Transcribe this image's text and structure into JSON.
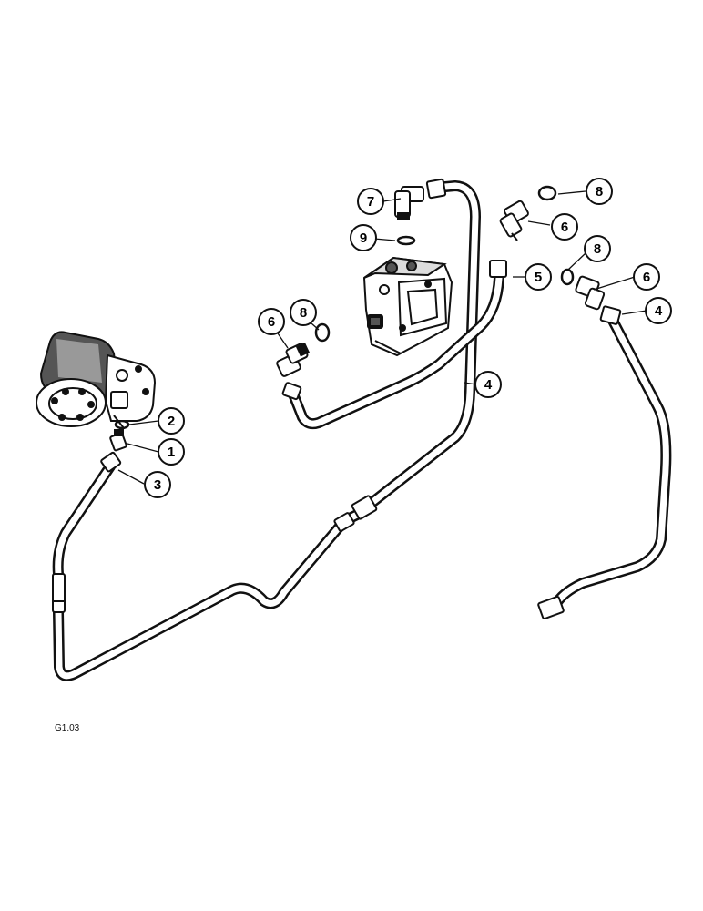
{
  "figure_code": "G1.03",
  "callouts": [
    {
      "id": "c1",
      "label": "1"
    },
    {
      "id": "c2",
      "label": "2"
    },
    {
      "id": "c3",
      "label": "3"
    },
    {
      "id": "c4a",
      "label": "4"
    },
    {
      "id": "c4b",
      "label": "4"
    },
    {
      "id": "c5",
      "label": "5"
    },
    {
      "id": "c6a",
      "label": "6"
    },
    {
      "id": "c6b",
      "label": "6"
    },
    {
      "id": "c6c",
      "label": "6"
    },
    {
      "id": "c7",
      "label": "7"
    },
    {
      "id": "c8a",
      "label": "8"
    },
    {
      "id": "c8b",
      "label": "8"
    },
    {
      "id": "c8c",
      "label": "8"
    },
    {
      "id": "c9",
      "label": "9"
    }
  ],
  "colors": {
    "ink": "#111111",
    "paper": "#ffffff"
  }
}
